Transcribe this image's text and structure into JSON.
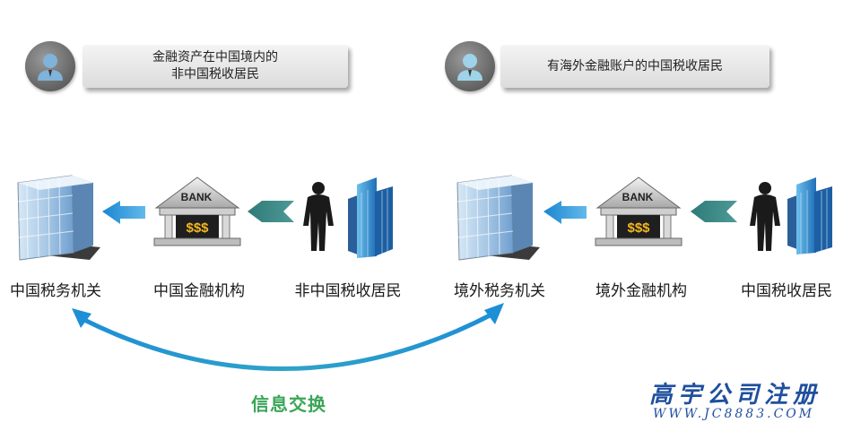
{
  "groups": [
    {
      "header": {
        "line1": "金融资产在中国境内的",
        "line2": "非中国税收居民"
      },
      "nodes": {
        "tax": "中国税务机关",
        "bank": "中国金融机构",
        "resident": "非中国税收居民"
      },
      "bank_sign": "BANK",
      "bank_money": "$$$"
    },
    {
      "header": {
        "line1": "有海外金融账户的中国税收居民"
      },
      "nodes": {
        "tax": "境外税务机关",
        "bank": "境外金融机构",
        "resident": "中国税收居民"
      },
      "bank_sign": "BANK",
      "bank_money": "$$$"
    }
  ],
  "exchange_label": "信息交换",
  "watermark": {
    "name": "高宇公司注册",
    "url": "WWW.JC8883.COM"
  },
  "colors": {
    "arrow_blue": "#1e8fd6",
    "arrow_teal": "#2f7a78",
    "exchange_green": "#3aa657",
    "watermark_blue": "#1f4f9e"
  }
}
